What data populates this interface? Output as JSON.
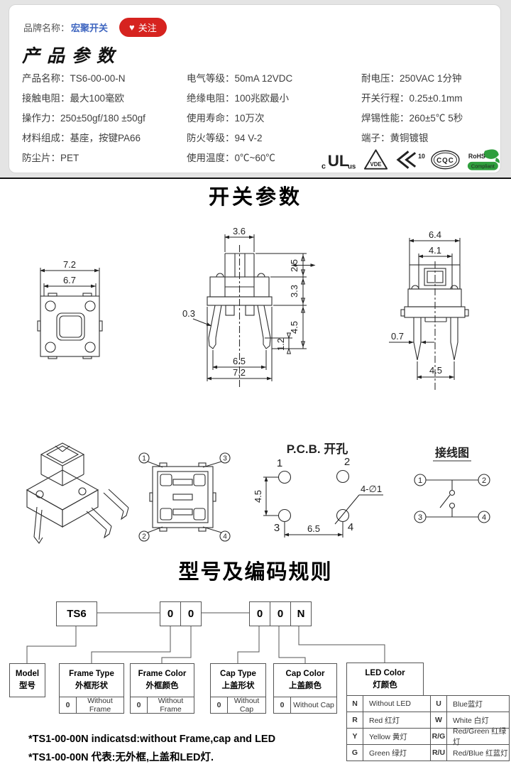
{
  "colors": {
    "accent_red": "#d6231f",
    "link_blue": "#3f66c0",
    "rohs_green": "#2f9e3d"
  },
  "header": {
    "brand_label": "品牌名称：",
    "brand_name": "宏聚开关",
    "heart": "♥",
    "follow_label": "关注"
  },
  "product": {
    "section_title": "产品参数",
    "col1": [
      "产品名称：TS6-00-00-N",
      "接触电阻：最大100毫欧",
      "操作力：250±50gf/180 ±50gf",
      "材料组成：基座，按键PA66",
      "防尘片：PET"
    ],
    "col2": [
      "电气等级：50mA  12VDC",
      "绝缘电阻：100兆欧最小",
      "使用寿命：10万次",
      "防火等级：94 V-2",
      "使用温度：0℃~60℃"
    ],
    "col3": [
      "耐电压：250VAC  1分钟",
      "开关行程：0.25±0.1mm",
      "焊锡性能：260±5℃  5秒",
      "端子：黄铜镀银"
    ],
    "certs": {
      "ul_c": "c",
      "ul": "UL",
      "ul_us": "us",
      "vde": "VDE",
      "tuv": "10",
      "cqc": "CQC",
      "rohs": "RoHS",
      "rohs_sub": "Compliant"
    }
  },
  "switch_section": {
    "title": "开关参数"
  },
  "drawings": {
    "top": {
      "d72": "7.2",
      "d67": "6.7"
    },
    "front": {
      "d36": "3.6",
      "d25": "2.5",
      "d33": "3.3",
      "d45": "4.5",
      "d12": "1.2",
      "d03": "0.3",
      "d65": "6.5",
      "d72": "7.2"
    },
    "side": {
      "d64": "6.4",
      "d41": "4.1",
      "d07": "0.7",
      "d45": "4.5"
    },
    "bottom": {
      "p1": "1",
      "p2": "2",
      "p3": "3",
      "p4": "4"
    },
    "pcb": {
      "title": "P.C.B. 开孔",
      "p1": "1",
      "p2": "2",
      "p3": "3",
      "p4": "4",
      "dv": "4.5",
      "dh": "6.5",
      "callout": "4-∅1"
    },
    "wiring": {
      "title": "接线图",
      "p1": "1",
      "p2": "2",
      "p3": "3",
      "p4": "4"
    }
  },
  "coding": {
    "title": "型号及编码规则",
    "model_code": "TS6",
    "digits_mid": [
      "0",
      "0"
    ],
    "digits_right": [
      "0",
      "0",
      "N"
    ],
    "model_box": {
      "en": "Model",
      "zh": "型号"
    },
    "frame_type": {
      "en": "Frame Type",
      "zh": "外框形状",
      "code": "0",
      "desc": "Without Frame"
    },
    "frame_color": {
      "en": "Frame Color",
      "zh": "外框颜色",
      "code": "0",
      "desc": "Without Frame"
    },
    "cap_type": {
      "en": "Cap Type",
      "zh": "上盖形状",
      "code": "0",
      "desc": "Without Cap"
    },
    "cap_color": {
      "en": "Cap Color",
      "zh": "上盖颜色",
      "code": "0",
      "desc": "Without Cap"
    },
    "led": {
      "en": "LED Color",
      "zh": "灯颜色",
      "rows": [
        {
          "c1": "N",
          "d1": "Without LED",
          "c2": "U",
          "d2": "Blue蓝灯"
        },
        {
          "c1": "R",
          "d1": "Red 红灯",
          "c2": "W",
          "d2": "White 白灯"
        },
        {
          "c1": "Y",
          "d1": "Yellow 黄灯",
          "c2": "R/G",
          "d2": "Red/Green 红绿灯"
        },
        {
          "c1": "G",
          "d1": "Green 绿灯",
          "c2": "R/U",
          "d2": "Red/Blue 红蓝灯"
        }
      ]
    },
    "notes": [
      "*TS1-00-00N indicatsd:without Frame,cap and LED",
      "*TS1-00-00N 代表:无外框,上盖和LED灯."
    ]
  }
}
